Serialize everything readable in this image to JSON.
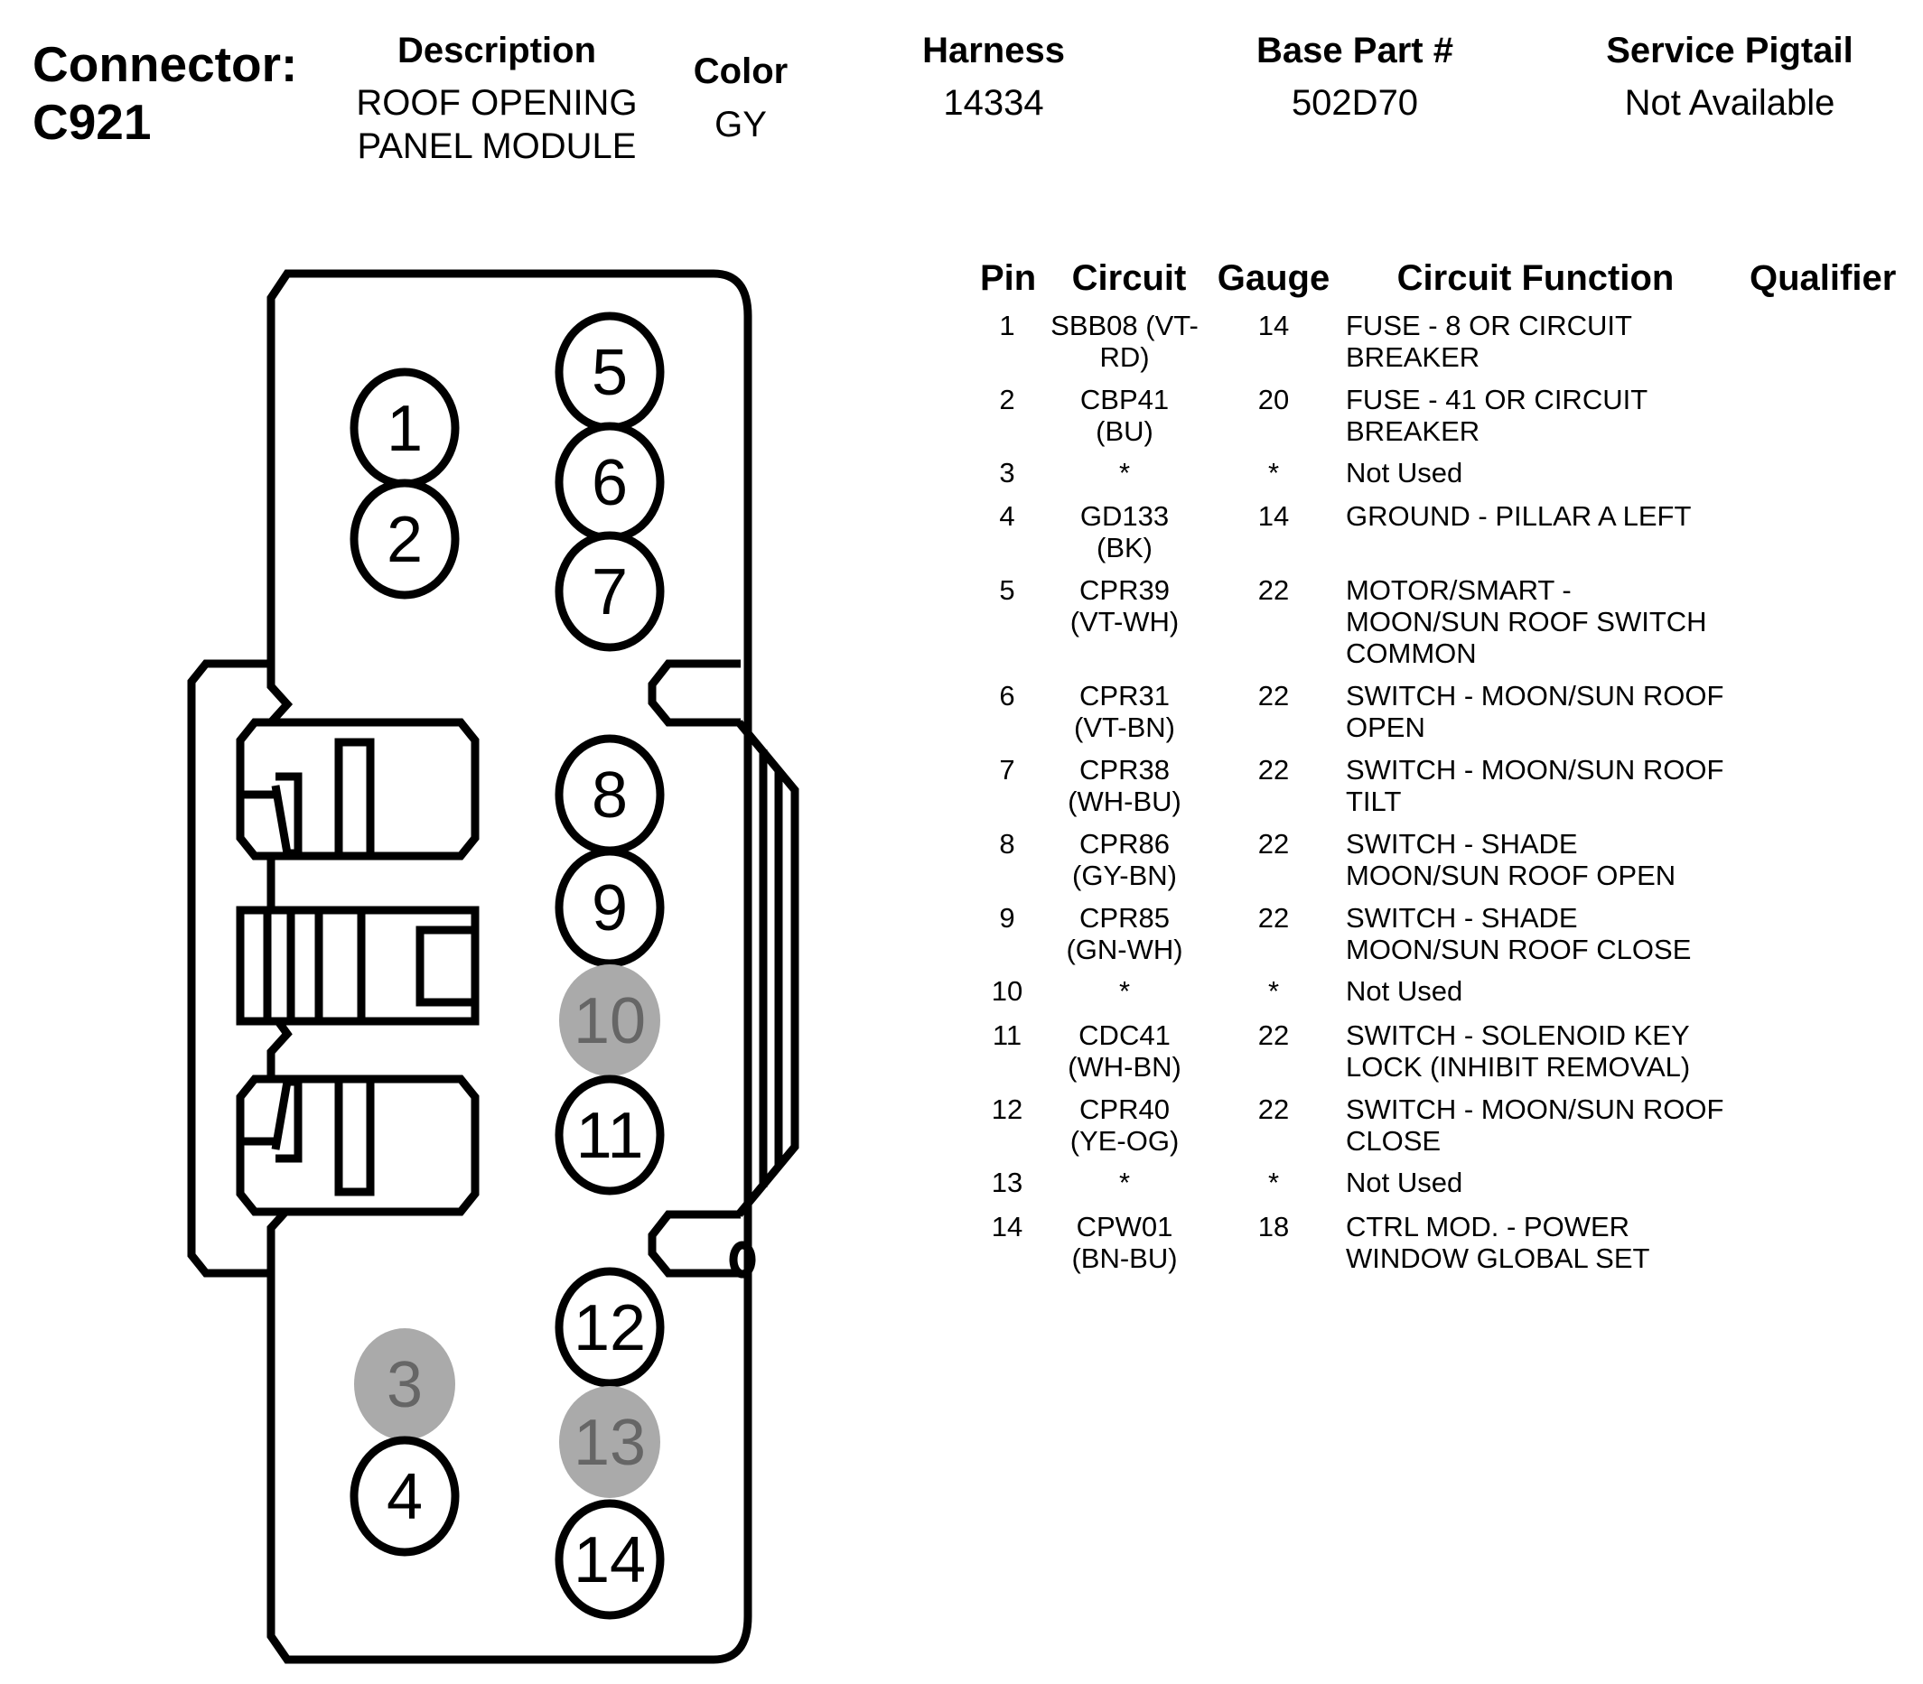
{
  "header": {
    "connector_label": "Connector:",
    "connector_id": "C921",
    "description_label": "Description",
    "description_line1": "ROOF OPENING",
    "description_line2": "PANEL MODULE",
    "color_label": "Color",
    "color_value": "GY",
    "harness_label": "Harness",
    "harness_value": "14334",
    "base_part_label": "Base Part #",
    "base_part_value": "502D70",
    "service_pigtail_label": "Service Pigtail",
    "service_pigtail_value": "Not Available"
  },
  "table": {
    "columns": [
      "Pin",
      "Circuit",
      "Gauge",
      "Circuit Function",
      "Qualifier"
    ],
    "rows": [
      {
        "pin": "1",
        "circuit": [
          "SBB08 (VT-",
          "RD)"
        ],
        "gauge": "14",
        "function": [
          "FUSE - 8 OR CIRCUIT",
          "BREAKER"
        ],
        "qualifier": ""
      },
      {
        "pin": "2",
        "circuit": [
          "CBP41",
          "(BU)"
        ],
        "gauge": "20",
        "function": [
          "FUSE - 41 OR CIRCUIT",
          "BREAKER"
        ],
        "qualifier": ""
      },
      {
        "pin": "3",
        "circuit": [
          "*"
        ],
        "gauge": "*",
        "function": [
          "Not Used"
        ],
        "qualifier": ""
      },
      {
        "pin": "4",
        "circuit": [
          "GD133",
          "(BK)"
        ],
        "gauge": "14",
        "function": [
          "GROUND - PILLAR A LEFT"
        ],
        "qualifier": ""
      },
      {
        "pin": "5",
        "circuit": [
          "CPR39",
          "(VT-WH)"
        ],
        "gauge": "22",
        "function": [
          "MOTOR/SMART -",
          "MOON/SUN ROOF SWITCH",
          "COMMON"
        ],
        "qualifier": ""
      },
      {
        "pin": "6",
        "circuit": [
          "CPR31",
          "(VT-BN)"
        ],
        "gauge": "22",
        "function": [
          "SWITCH - MOON/SUN ROOF",
          "OPEN"
        ],
        "qualifier": ""
      },
      {
        "pin": "7",
        "circuit": [
          "CPR38",
          "(WH-BU)"
        ],
        "gauge": "22",
        "function": [
          "SWITCH - MOON/SUN ROOF",
          "TILT"
        ],
        "qualifier": ""
      },
      {
        "pin": "8",
        "circuit": [
          "CPR86",
          "(GY-BN)"
        ],
        "gauge": "22",
        "function": [
          "SWITCH - SHADE",
          "MOON/SUN ROOF OPEN"
        ],
        "qualifier": ""
      },
      {
        "pin": "9",
        "circuit": [
          "CPR85",
          "(GN-WH)"
        ],
        "gauge": "22",
        "function": [
          "SWITCH - SHADE",
          "MOON/SUN ROOF CLOSE"
        ],
        "qualifier": ""
      },
      {
        "pin": "10",
        "circuit": [
          "*"
        ],
        "gauge": "*",
        "function": [
          "Not Used"
        ],
        "qualifier": ""
      },
      {
        "pin": "11",
        "circuit": [
          "CDC41",
          "(WH-BN)"
        ],
        "gauge": "22",
        "function": [
          "SWITCH - SOLENOID KEY",
          "LOCK (INHIBIT REMOVAL)"
        ],
        "qualifier": ""
      },
      {
        "pin": "12",
        "circuit": [
          "CPR40",
          "(YE-OG)"
        ],
        "gauge": "22",
        "function": [
          "SWITCH - MOON/SUN ROOF",
          "CLOSE"
        ],
        "qualifier": ""
      },
      {
        "pin": "13",
        "circuit": [
          "*"
        ],
        "gauge": "*",
        "function": [
          "Not Used"
        ],
        "qualifier": ""
      },
      {
        "pin": "14",
        "circuit": [
          "CPW01",
          "(BN-BU)"
        ],
        "gauge": "18",
        "function": [
          "CTRL MOD. - POWER",
          "WINDOW GLOBAL SET"
        ],
        "qualifier": ""
      }
    ]
  },
  "diagram": {
    "pins": [
      {
        "label": "1",
        "used": true
      },
      {
        "label": "2",
        "used": true
      },
      {
        "label": "3",
        "used": false
      },
      {
        "label": "4",
        "used": true
      },
      {
        "label": "5",
        "used": true
      },
      {
        "label": "6",
        "used": true
      },
      {
        "label": "7",
        "used": true
      },
      {
        "label": "8",
        "used": true
      },
      {
        "label": "9",
        "used": true
      },
      {
        "label": "10",
        "used": false
      },
      {
        "label": "11",
        "used": true
      },
      {
        "label": "12",
        "used": true
      },
      {
        "label": "13",
        "used": false
      },
      {
        "label": "14",
        "used": true
      }
    ],
    "colors": {
      "outline": "#000000",
      "unused_fill": "#aaaaaa",
      "unused_text": "#666666",
      "used_fill": "#ffffff"
    }
  }
}
